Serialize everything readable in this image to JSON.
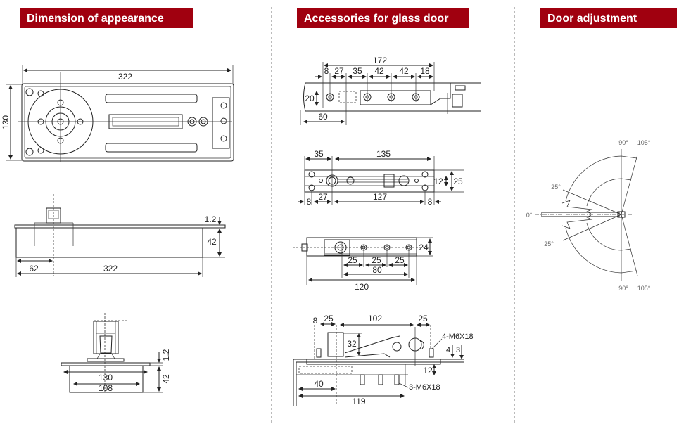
{
  "headers": {
    "dimension": "Dimension of appearance",
    "accessories": "Accessories for glass door",
    "adjustment": "Door adjustment"
  },
  "colors": {
    "header_bg": "#a0000f",
    "header_text": "#ffffff"
  },
  "dimension": {
    "top_view": {
      "length": "322",
      "width": "130"
    },
    "side_view": {
      "plate": "1.2",
      "height": "42",
      "offset": "62",
      "length": "322"
    },
    "front_view": {
      "plate": "1.2",
      "height": "42",
      "outer_width": "130",
      "inner_width": "108"
    }
  },
  "accessories": {
    "top_patch": {
      "total": "172",
      "d1": "8",
      "d2": "27",
      "d3": "35",
      "d4": "42",
      "d5": "42",
      "d6": "18",
      "height": "20",
      "offset": "60"
    },
    "pivot_plate": {
      "d_35": "35",
      "d_135": "135",
      "d_8l": "8",
      "d_27": "27",
      "d_127": "127",
      "d_8r": "8",
      "d_12": "12",
      "d_25": "25"
    },
    "bottom_strap": {
      "height": "24",
      "s1": "25",
      "s2": "25",
      "s3": "25",
      "span": "80",
      "length": "120"
    },
    "section": {
      "d_8": "8",
      "d_25l": "25",
      "d_102": "102",
      "d_25r": "25",
      "d_32": "32",
      "screw_top": "4-M6X18",
      "d_4": "4",
      "d_3": "3",
      "d_12": "12",
      "screw_bottom": "3-M6X18",
      "d_40": "40",
      "d_119": "119"
    }
  },
  "adjustment": {
    "top_90": "90°",
    "top_105": "105°",
    "upper_25": "25°",
    "zero": "0°",
    "lower_25": "25°",
    "bottom_90": "90°",
    "bottom_105": "105°"
  }
}
